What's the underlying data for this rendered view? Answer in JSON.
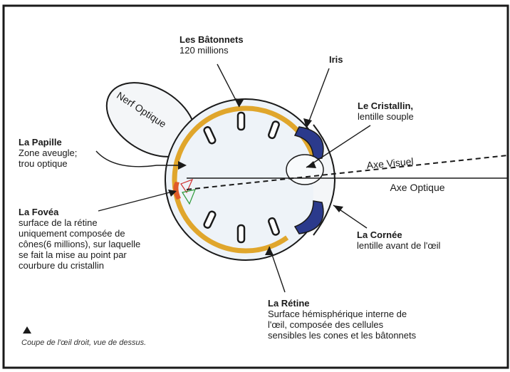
{
  "labels": {
    "batonnets": {
      "title": "Les Bâtonnets",
      "detail": "120 millions"
    },
    "iris": {
      "title": "Iris"
    },
    "cristallin": {
      "title": "Le Cristallin,",
      "detail": "lentille souple"
    },
    "nerf_optique": {
      "text": "Nerf Optique"
    },
    "papille": {
      "title": "La Papille",
      "line1": "Zone aveugle;",
      "line2": "trou optique"
    },
    "axe_visuel": {
      "text": "Axe Visuel"
    },
    "axe_optique": {
      "text": "Axe Optique"
    },
    "fovea": {
      "title": "La Fovéa",
      "lines": [
        "surface de la rétine",
        "uniquement composée de",
        "cônes(6 millions), sur laquelle",
        "se fait la mise au point par",
        "courbure du cristallin"
      ]
    },
    "cornee": {
      "title": "La Cornée",
      "detail": "lentille avant de l'œil"
    },
    "retine": {
      "title": "La Rétine",
      "lines": [
        "Surface hémisphérique interne de",
        "l'œil, composée des cellules",
        "sensibles les cones et les bâtonnets"
      ]
    }
  },
  "caption": "Coupe de l'œil droit, vue de dessus.",
  "colors": {
    "retina": "#e0a62c",
    "iris": "#2b3a8c",
    "fovea": "#e05a2a",
    "frame": "#1a1a1a",
    "eye_fill": "#eef3f8"
  }
}
